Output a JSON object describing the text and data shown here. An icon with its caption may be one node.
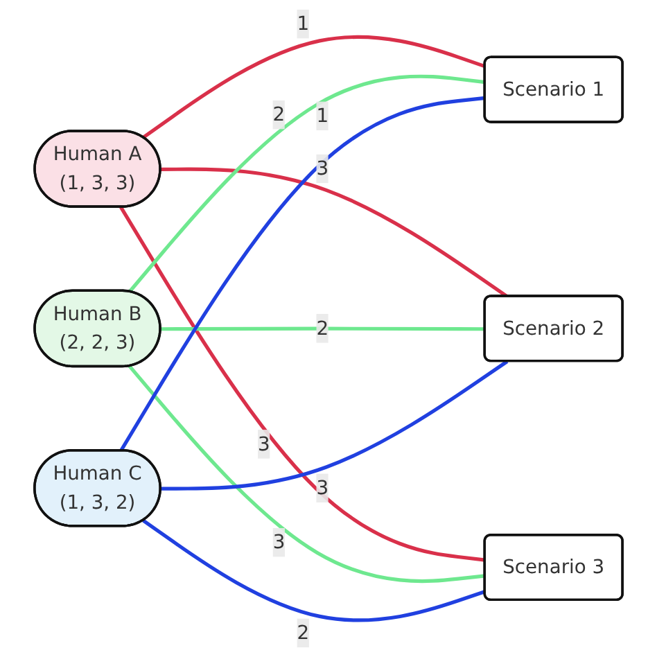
{
  "diagram": {
    "nodes": [
      {
        "text": [
          "Human A",
          "(1, 3, 3)"
        ]
      },
      {
        "text": [
          "Human B",
          "(2, 2, 3)"
        ]
      },
      {
        "text": [
          "Human C",
          "(1, 3, 2)"
        ]
      },
      {
        "text": [
          "Scenario 1"
        ]
      },
      {
        "text": [
          "Scenario 2"
        ]
      },
      {
        "text": [
          "Scenario 3"
        ]
      }
    ],
    "edges": [
      {
        "from": 0,
        "to": 3,
        "arrow": "none",
        "label": "1",
        "color": "#d9304a"
      },
      {
        "from": 0,
        "to": 4,
        "arrow": "none",
        "label": "3",
        "color": "#d9304a"
      },
      {
        "from": 0,
        "to": 5,
        "arrow": "none",
        "label": "3",
        "color": "#d9304a"
      },
      {
        "from": 1,
        "to": 3,
        "arrow": "none",
        "label": "2",
        "color": "#6ee88f"
      },
      {
        "from": 1,
        "to": 4,
        "arrow": "none",
        "label": "2",
        "color": "#6ee88f"
      },
      {
        "from": 1,
        "to": 5,
        "arrow": "none",
        "label": "3",
        "color": "#6ee88f"
      },
      {
        "from": 2,
        "to": 3,
        "arrow": "none",
        "label": "1",
        "color": "#2040e0"
      },
      {
        "from": 2,
        "to": 4,
        "arrow": "none",
        "label": "3",
        "color": "#2040e0"
      },
      {
        "from": 2,
        "to": 5,
        "arrow": "none",
        "label": "2",
        "color": "#2040e0"
      }
    ]
  }
}
